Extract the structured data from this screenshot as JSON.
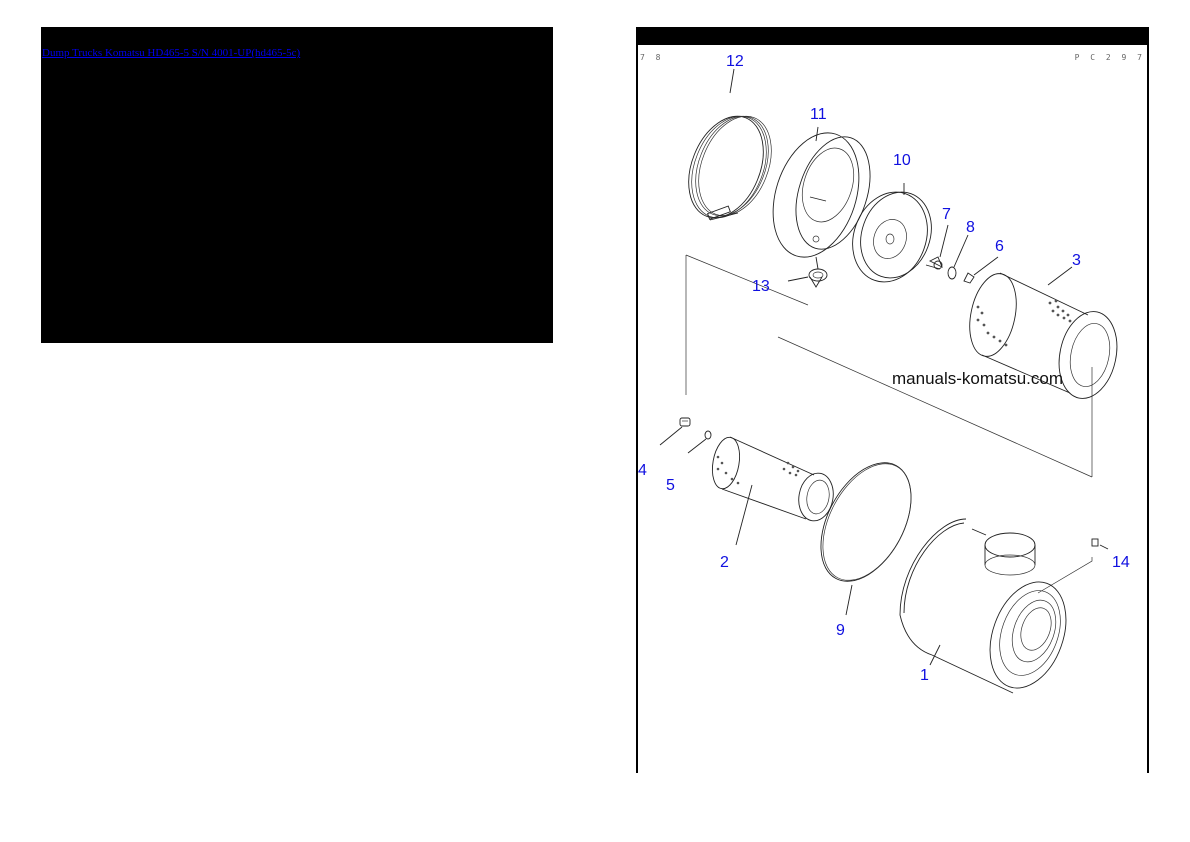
{
  "left_panel": {
    "title_link": "Dump Trucks Komatsu HD465-5 S/N 4001-UP(hd465-5c)",
    "link_color": "#0000ee",
    "background": "#000000"
  },
  "diagram": {
    "corner_left": "7 8",
    "corner_right": "P C 2 9 7",
    "watermark": "manuals-komatsu.com",
    "callout_color": "#1010e0",
    "callouts": [
      {
        "num": "1",
        "part": "filter-housing"
      },
      {
        "num": "2",
        "part": "inner-filter-element"
      },
      {
        "num": "3",
        "part": "outer-filter-element"
      },
      {
        "num": "4",
        "part": "nut"
      },
      {
        "num": "5",
        "part": "washer"
      },
      {
        "num": "6",
        "part": "seal"
      },
      {
        "num": "7",
        "part": "wing-nut"
      },
      {
        "num": "8",
        "part": "washer"
      },
      {
        "num": "9",
        "part": "gasket-ring"
      },
      {
        "num": "10",
        "part": "end-plate"
      },
      {
        "num": "11",
        "part": "cover"
      },
      {
        "num": "12",
        "part": "clamp-band"
      },
      {
        "num": "13",
        "part": "evacuator-valve"
      },
      {
        "num": "14",
        "part": "indicator-plug"
      }
    ]
  }
}
